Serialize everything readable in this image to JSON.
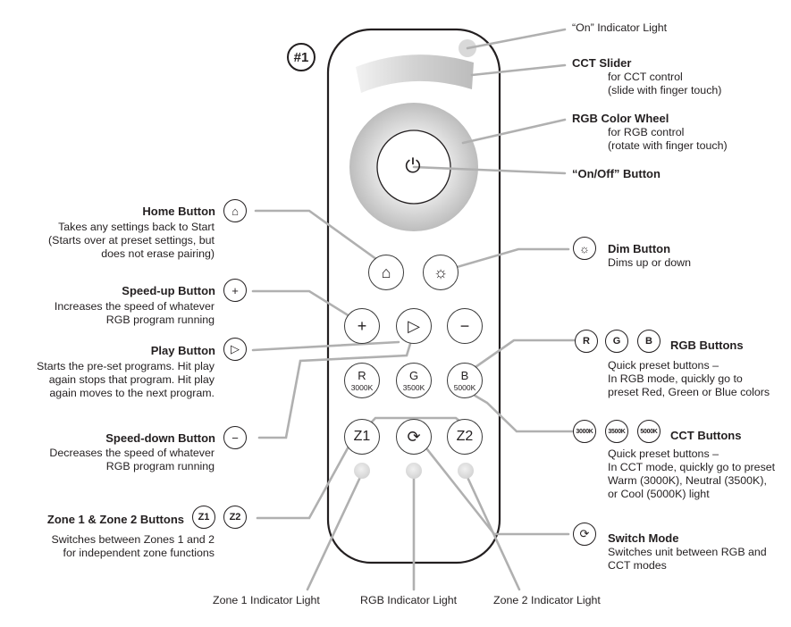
{
  "badge": "#1",
  "remote": {
    "power_symbol": "⏻",
    "home_symbol": "⌂",
    "dim_symbol": "☼",
    "plus_symbol": "+",
    "play_symbol": "▷",
    "minus_symbol": "−",
    "switch_symbol": "⟳",
    "r_letter": "R",
    "r_temp": "3000K",
    "g_letter": "G",
    "g_temp": "3500K",
    "b_letter": "B",
    "b_temp": "5000K",
    "z1": "Z1",
    "z2": "Z2"
  },
  "labels": {
    "on_indicator": "“On” Indicator Light",
    "cct_slider_title": "CCT Slider",
    "cct_slider_l1": "for CCT control",
    "cct_slider_l2": "(slide with finger touch)",
    "rgb_wheel_title": "RGB Color Wheel",
    "rgb_wheel_l1": "for RGB control",
    "rgb_wheel_l2": "(rotate with finger touch)",
    "onoff_title": "“On/Off” Button",
    "home_title": "Home Button",
    "home_l1": "Takes any settings back to Start",
    "home_l2": "(Starts over at preset settings, but",
    "home_l3": "does not erase pairing)",
    "dim_title": "Dim Button",
    "dim_l1": "Dims up or down",
    "speedup_title": "Speed-up Button",
    "speedup_l1": "Increases the speed of whatever",
    "speedup_l2": "RGB program running",
    "play_title": "Play Button",
    "play_l1": "Starts the pre-set programs. Hit play",
    "play_l2": "again stops that program. Hit play",
    "play_l3": "again moves to the next program.",
    "rgb_buttons_title": "RGB Buttons",
    "rgb_buttons_l1": "Quick preset buttons –",
    "rgb_buttons_l2": "In RGB mode, quickly go to",
    "rgb_buttons_l3": "preset Red, Green or Blue colors",
    "speeddown_title": "Speed-down Button",
    "speeddown_l1": "Decreases the speed of whatever",
    "speeddown_l2": "RGB program running",
    "cct_buttons_title": "CCT Buttons",
    "cct_buttons_l1": "Quick preset buttons –",
    "cct_buttons_l2": "In CCT mode, quickly go to preset",
    "cct_buttons_l3": "Warm (3000K), Neutral (3500K),",
    "cct_buttons_l4": "or Cool (5000K) light",
    "zone_title": "Zone 1 & Zone 2 Buttons",
    "zone_l1": "Switches between Zones 1 and 2",
    "zone_l2": "for independent zone functions",
    "switch_title": "Switch Mode",
    "switch_l1": "Switches unit between RGB and",
    "switch_l2": "CCT modes",
    "zone1_light": "Zone 1 Indicator Light",
    "rgb_light": "RGB Indicator Light",
    "zone2_light": "Zone 2 Indicator Light"
  },
  "icons": {
    "home": "⌂",
    "dim": "☼",
    "plus": "+",
    "play": "▷",
    "minus": "−",
    "r": "R",
    "g": "G",
    "b": "B",
    "k3000": "3000K",
    "k3500": "3500K",
    "k5000": "5000K",
    "z1": "Z1",
    "z2": "Z2",
    "switch": "⟳"
  }
}
